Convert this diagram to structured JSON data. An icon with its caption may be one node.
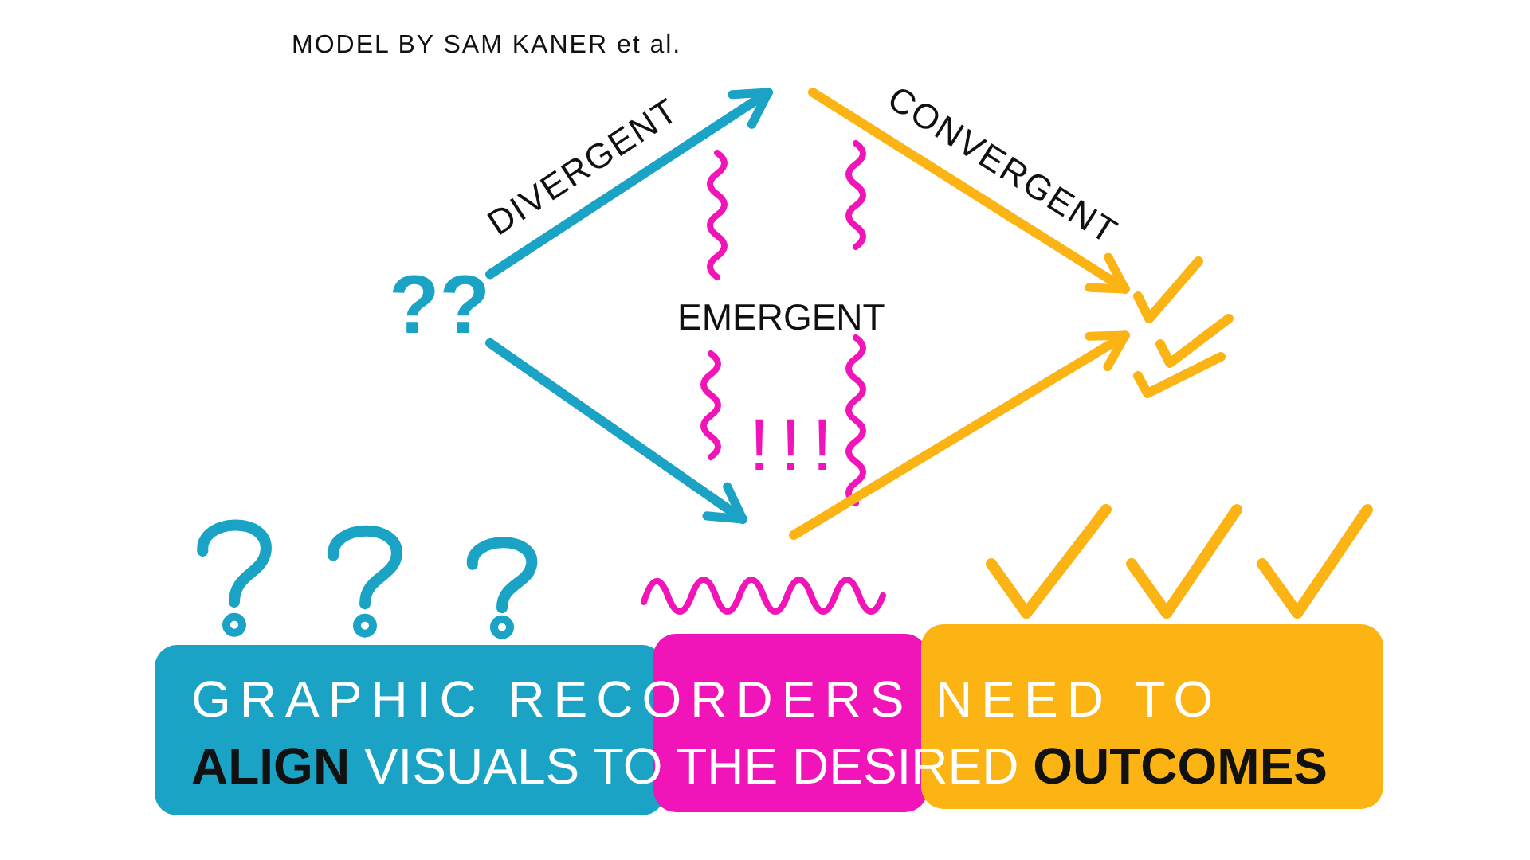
{
  "diagram": {
    "nodes": [
      {
        "text": [
          "??"
        ]
      },
      {
        "text": [],
        "shape": "picture"
      },
      {
        "text": [
          "GRAPHIC RECORDERS NEED TO **ALIGN** VISUALS TO THE DESIRED **OUTCOMES**"
        ]
      }
    ],
    "edges": [
      {
        "from": 0,
        "to": null,
        "arrow": "to",
        "label": "DIVERGENT",
        "color": "#1ba3c6"
      },
      {
        "from": 0,
        "to": null,
        "arrow": "to",
        "color": "#1ba3c6"
      },
      {
        "from": null,
        "to": 1,
        "arrow": "to",
        "label": "CONVERGENT",
        "color": "#fbb414"
      },
      {
        "from": null,
        "to": 1,
        "arrow": "to",
        "color": "#fbb414"
      }
    ],
    "labels": [
      "MODEL BY SAM KANER et al.",
      "EMERGENT",
      "!!!"
    ]
  }
}
